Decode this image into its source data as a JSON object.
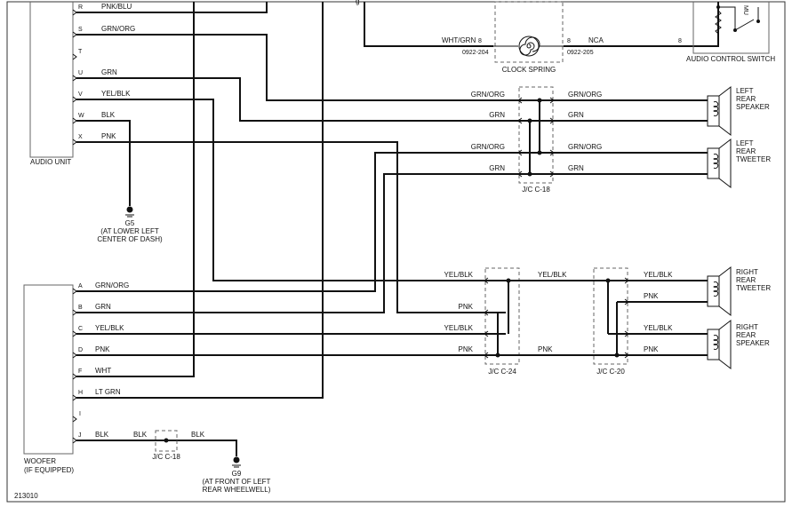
{
  "audio_unit": {
    "label": "AUDIO UNIT",
    "pins": [
      {
        "pin": "R",
        "wire": "PNK/BLU"
      },
      {
        "pin": "S",
        "wire": "GRN/ORG"
      },
      {
        "pin": "T",
        "wire": ""
      },
      {
        "pin": "U",
        "wire": "GRN"
      },
      {
        "pin": "V",
        "wire": "YEL/BLK"
      },
      {
        "pin": "W",
        "wire": "BLK"
      },
      {
        "pin": "X",
        "wire": "PNK"
      }
    ]
  },
  "woofer": {
    "label_line1": "WOOFER",
    "label_line2": "(IF EQUIPPED)",
    "pins": [
      {
        "pin": "A",
        "wire": "GRN/ORG"
      },
      {
        "pin": "B",
        "wire": "GRN"
      },
      {
        "pin": "C",
        "wire": "YEL/BLK"
      },
      {
        "pin": "D",
        "wire": "PNK"
      },
      {
        "pin": "F",
        "wire": "WHT"
      },
      {
        "pin": "H",
        "wire": "LT GRN"
      },
      {
        "pin": "I",
        "wire": ""
      },
      {
        "pin": "J",
        "wire": "BLK"
      }
    ]
  },
  "ground_g5": {
    "name": "G5",
    "line1": "(AT LOWER LEFT",
    "line2": "CENTER OF DASH)"
  },
  "ground_g9": {
    "name": "G9",
    "line1": "(AT FRONT OF LEFT",
    "line2": "REAR WHEELWELL)"
  },
  "clock_spring": {
    "label": "CLOCK SPRING",
    "left_wire": "WHT/GRN",
    "left_pin": "8",
    "left_connector": "0922-204",
    "right_wire": "NCA",
    "right_pin": "8",
    "right_connector": "0922-205"
  },
  "audio_control_switch": {
    "label": "AUDIO CONTROL SWITCH",
    "pin": "8",
    "mute_label": "MU"
  },
  "jc_c18_top": {
    "label": "J/C C-18"
  },
  "jc_c18_bottom": {
    "label": "J/C C-18",
    "left_wire": "BLK",
    "right_wire": "BLK"
  },
  "jc_c24": {
    "label": "J/C C-24"
  },
  "jc_c20": {
    "label": "J/C C-20"
  },
  "rear_wires": {
    "c18_in": [
      "GRN/ORG",
      "GRN",
      "GRN/ORG",
      "GRN"
    ],
    "c18_out": [
      "GRN/ORG",
      "GRN",
      "GRN/ORG",
      "GRN"
    ],
    "c24_in": [
      "YEL/BLK",
      "PNK",
      "YEL/BLK",
      "PNK"
    ],
    "c24_c20_top": "YEL/BLK",
    "c24_c20_bottom": "PNK",
    "c20_out": [
      "YEL/BLK",
      "PNK",
      "YEL/BLK",
      "PNK"
    ]
  },
  "speakers": {
    "left_rear_speaker": [
      "LEFT",
      "REAR",
      "SPEAKER"
    ],
    "left_rear_tweeter": [
      "LEFT",
      "REAR",
      "TWEETER"
    ],
    "right_rear_tweeter": [
      "RIGHT",
      "REAR",
      "TWEETER"
    ],
    "right_rear_speaker": [
      "RIGHT",
      "REAR",
      "SPEAKER"
    ]
  },
  "figure_id": "213010",
  "top_clipped_label": "g"
}
